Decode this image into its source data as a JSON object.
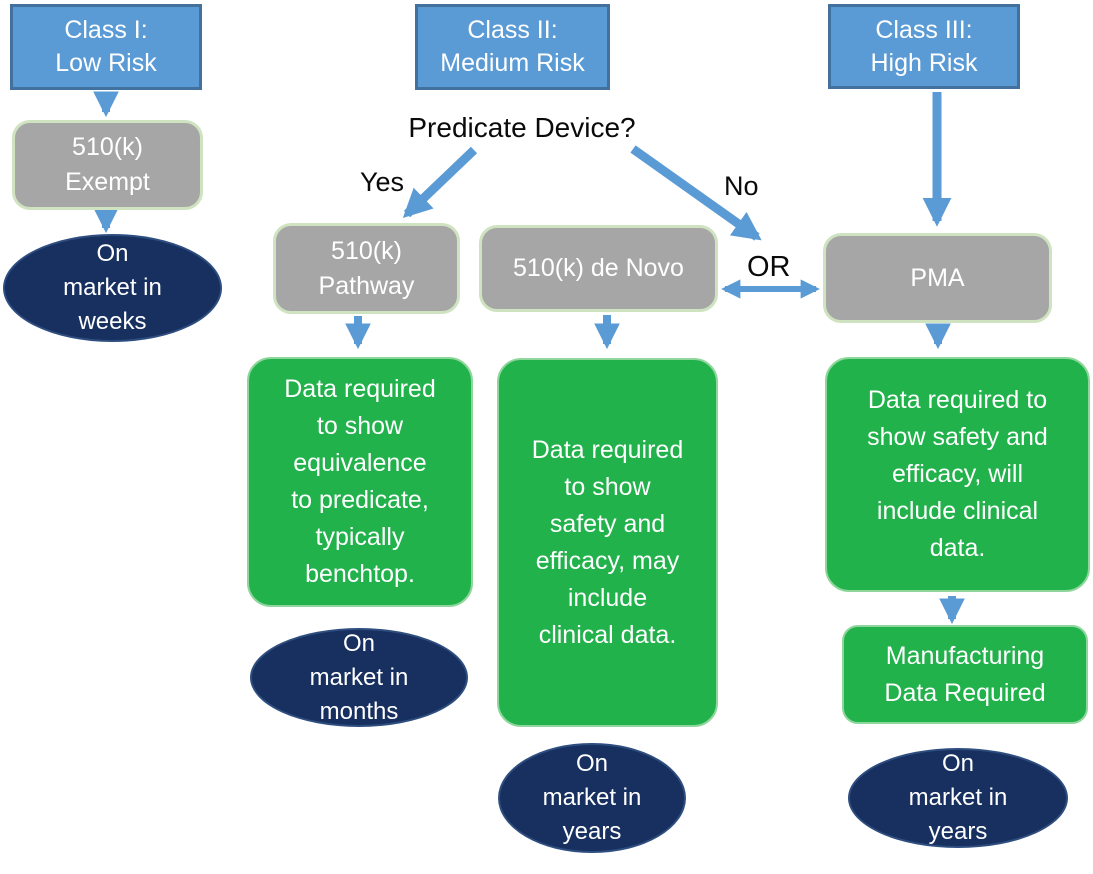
{
  "diagram": {
    "description": "FDA medical device class / regulatory pathway flowchart",
    "labels": {
      "question": "Predicate Device?",
      "yes": "Yes",
      "no": "No",
      "or": "OR"
    },
    "nodes": {
      "class1": "Class I:\nLow Risk",
      "class2": "Class II:\nMedium Risk",
      "class3": "Class III:\nHigh Risk",
      "exempt": "510(k)\nExempt",
      "pathway": "510(k)\nPathway",
      "denovo": "510(k) de Novo",
      "pma": "PMA",
      "data_pathway": "Data required\nto show\nequivalence\nto predicate,\ntypically\nbenchtop.",
      "data_denovo": "Data required\nto show\nsafety and\nefficacy, may\ninclude\nclinical data.",
      "data_pma": "Data required to\nshow safety and\nefficacy, will\ninclude clinical\ndata.",
      "manufacturing": "Manufacturing\nData Required",
      "market_weeks": "On\nmarket in\nweeks",
      "market_months": "On\nmarket in\nmonths",
      "market_years_denovo": "On\nmarket in\nyears",
      "market_years_pma": "On\nmarket in\nyears"
    },
    "colors": {
      "class_box_fill": "#5b9bd5",
      "class_box_border": "#41719c",
      "pathway_box_fill": "#a6a6a6",
      "pathway_box_border": "#cfe3c0",
      "data_box_fill": "#21b24b",
      "data_box_border": "#8ed69b",
      "market_ellipse_fill": "#17305f",
      "market_ellipse_border": "#2f4e80",
      "arrow": "#5b9bd5",
      "text_light": "#ffffff",
      "text_dark": "#0a0a0a"
    }
  }
}
